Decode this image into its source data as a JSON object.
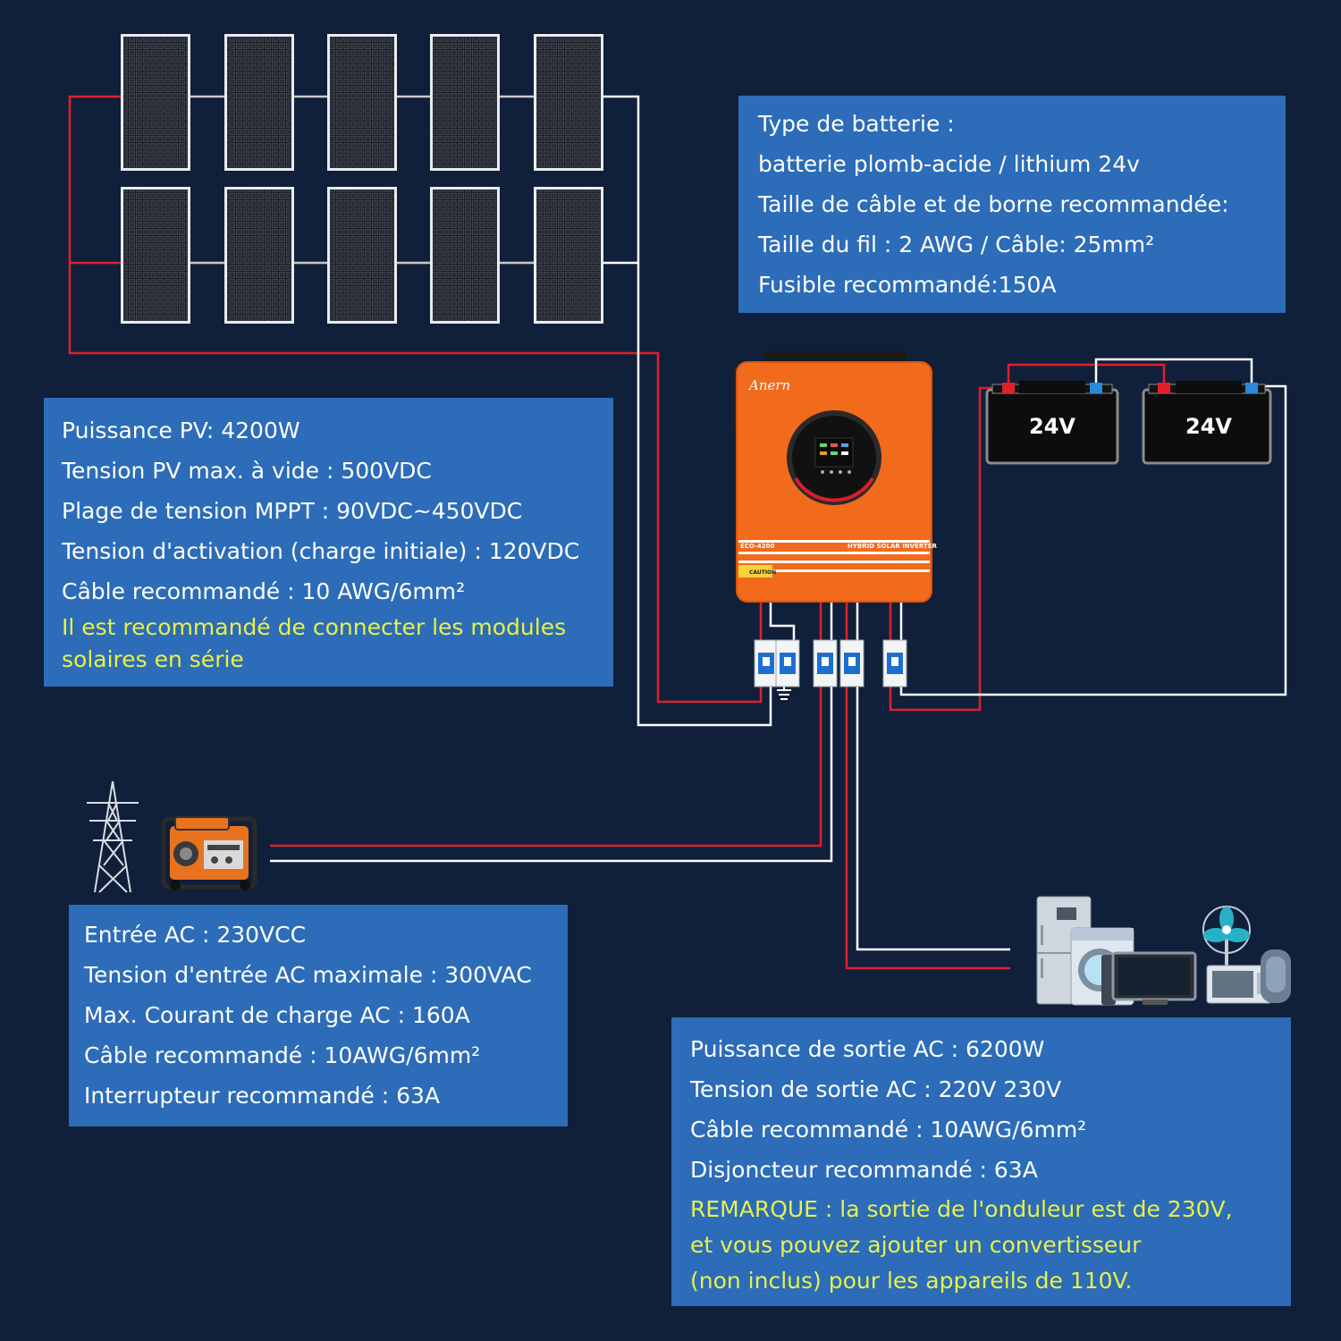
{
  "inverter": {
    "brand": "Anern",
    "model": "ECO-4200",
    "product_line": "HYBRID SOLAR INVERTER",
    "caution": "CAUTION"
  },
  "batteries": [
    {
      "label": "24V"
    },
    {
      "label": "24V"
    }
  ],
  "pv_info": {
    "lines": [
      "Puissance PV: 4200W",
      "Tension PV max. à vide : 500VDC",
      "Plage de tension MPPT : 90VDC~450VDC",
      "Tension d'activation (charge initiale) : 120VDC",
      "Câble recommandé : 10 AWG/6mm²"
    ],
    "note_lines": [
      "Il est recommandé de connecter les modules",
      "solaires en série"
    ]
  },
  "battery_info": {
    "lines": [
      "Type de batterie :",
      "batterie plomb-acide / lithium 24v",
      "Taille de câble et de borne recommandée:",
      "Taille du fil : 2 AWG / Câble: 25mm²",
      "Fusible recommandé:150A"
    ]
  },
  "ac_input_info": {
    "lines": [
      "Entrée AC : 230VCC",
      "Tension d'entrée AC maximale : 300VAC",
      "Max. Courant de charge AC : 160A",
      "Câble recommandé : 10AWG/6mm²",
      "Interrupteur recommandé : 63A"
    ]
  },
  "ac_output_info": {
    "lines": [
      "Puissance de sortie AC : 6200W",
      "Tension de sortie AC : 220V 230V",
      "Câble recommandé : 10AWG/6mm²",
      "Disjoncteur recommandé : 63A"
    ],
    "note_lines": [
      "REMARQUE : la sortie de l'onduleur est de 230V,",
      "et vous pouvez ajouter un convertisseur",
      "(non inclus) pour les appareils de 110V."
    ]
  },
  "colors": {
    "background": "#10203a",
    "panel": "#2c6cb8",
    "note_text": "#e8f04a",
    "wire_positive": "#e0202a",
    "wire_negative": "#ffffff",
    "inverter_body": "#f26a1b"
  }
}
